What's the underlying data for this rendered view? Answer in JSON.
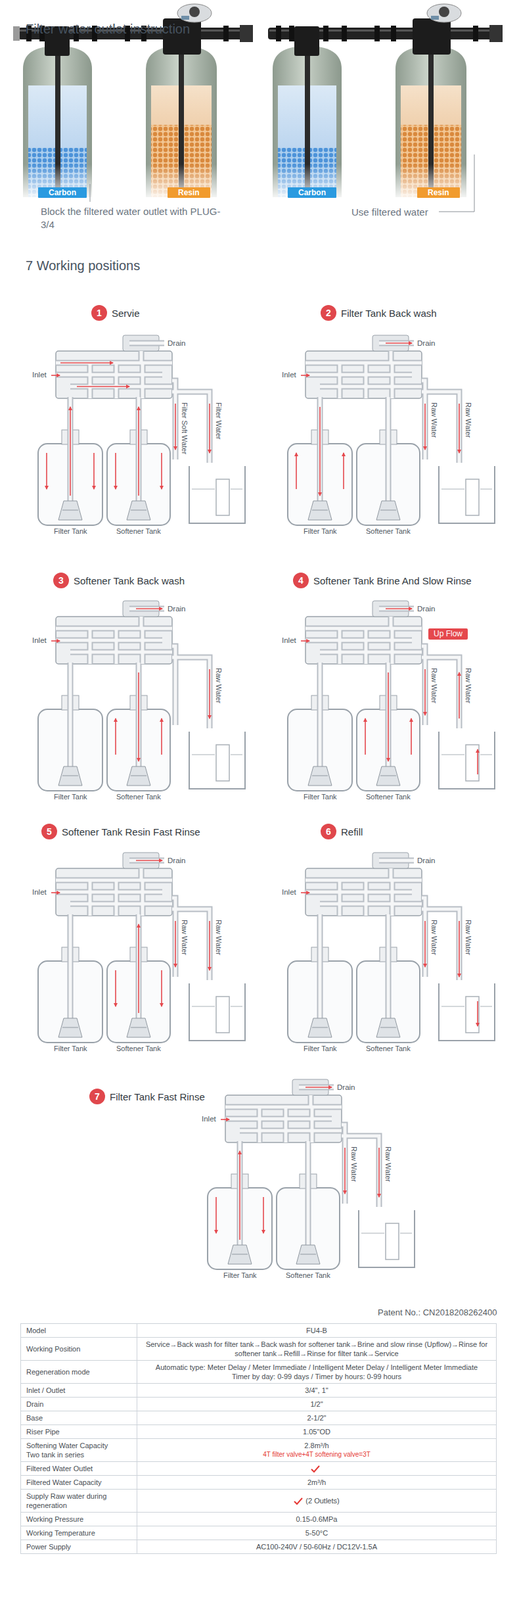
{
  "diagram": {
    "title": "Filter water outlet instruction",
    "nodes": [
      {
        "text": [
          "Carbon"
        ]
      },
      {
        "text": [
          "Resin"
        ]
      },
      {
        "text": [
          "Carbon"
        ]
      },
      {
        "text": [
          "Resin"
        ]
      },
      {
        "text": [
          "1",
          "Servie"
        ]
      },
      {
        "text": [
          "2",
          "Filter Tank Back wash"
        ]
      },
      {
        "text": [
          "3",
          "Softener Tank Back wash"
        ]
      },
      {
        "text": [
          "4",
          "Softener Tank Brine And Slow Rinse"
        ]
      },
      {
        "text": [
          "Up Flow"
        ]
      },
      {
        "text": [
          "5",
          "Softener Tank Resin Fast Rinse"
        ]
      },
      {
        "text": [
          "6",
          "Refill"
        ]
      },
      {
        "text": [
          "7",
          "Filter Tank Fast Rinse"
        ]
      }
    ],
    "labels": [
      "Block the filtered water outlet with PLUG-3/4",
      "Use filtered water",
      "7 Working positions",
      "Drain",
      "Inlet",
      "Filter Soft Water",
      "Filter Water",
      "Filter Tank",
      "Softener Tank",
      "Drain",
      "Inlet",
      "Raw Water",
      "Raw Water",
      "Filter Tank",
      "Softener Tank",
      "Drain",
      "Inlet",
      "Raw Water",
      "Filter Tank",
      "Softener Tank",
      "Drain",
      "Inlet",
      "Raw Water",
      "Raw Water",
      "Filter Tank",
      "Softener Tank",
      "Drain",
      "Inlet",
      "Raw Water",
      "Raw Water",
      "Filter Tank",
      "Softener Tank",
      "Drain",
      "Inlet",
      "Raw Water",
      "Raw Water",
      "Filter Tank",
      "Softener Tank",
      "Drain",
      "Inlet",
      "Raw Water",
      "Raw Water",
      "Filter Tank",
      "Softener Tank",
      "Patent No.: CN2018208262400",
      "Model",
      "FU4-B",
      "Working Position",
      "Service→Back wash for filter tank→Back wash for softener tank→Brine and slow rinse (Upflow)→Rinse for softener tank→Refill→Rinse for filter tank→Service",
      "Regeneration mode",
      "Automatic type: Meter Delay / Meter Immediate / Intelligent Meter Delay / Intelligent Meter Immediate",
      "Timer by day: 0-99 days / Timer by hours: 0-99 hours",
      "Inlet / Outlet",
      "3/4\", 1\"",
      "Drain",
      "1/2\"",
      "Base",
      "2-1/2\"",
      "Riser Pipe",
      "1.05\"OD",
      "Softening Water Capacity",
      "Two tank in series",
      "2.8m³/h",
      "4T filter valve+4T softening valve=3T",
      "Filtered Water Outlet",
      "Filtered Water Capacity",
      "2m³/h",
      "Supply Raw water during regeneration",
      "(2 Outlets)",
      "Working Pressure",
      "0.15-0.6MPa",
      "Working Temperature",
      "5-50°C",
      "Power Supply",
      "AC100-240V / 50-60Hz / DC12V-1.5A"
    ]
  }
}
